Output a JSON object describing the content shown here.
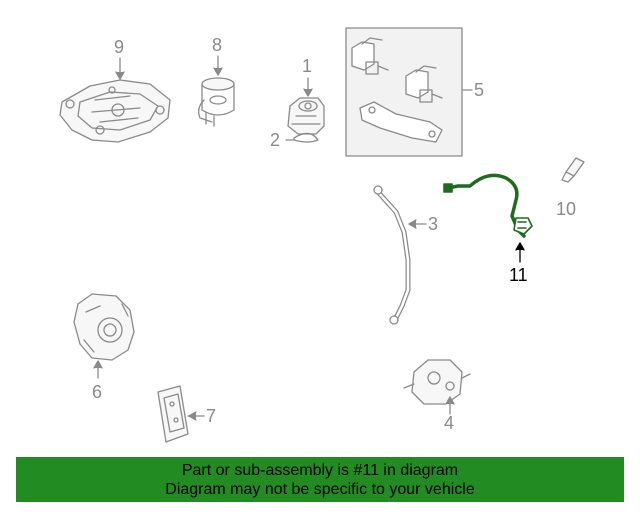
{
  "callouts": {
    "c1": "1",
    "c2": "2",
    "c3": "3",
    "c4": "4",
    "c5": "5",
    "c6": "6",
    "c7": "7",
    "c8": "8",
    "c9": "9",
    "c10": "10",
    "c11": "11"
  },
  "banner": {
    "line1": "Part or sub-assembly is #11 in diagram",
    "line2": "Diagram may not be specific to your vehicle"
  },
  "colors": {
    "banner_bg": "#228b22",
    "highlight_part": "#1e6b1e",
    "line_art": "#8a8a8a",
    "active_label": "#000000"
  }
}
